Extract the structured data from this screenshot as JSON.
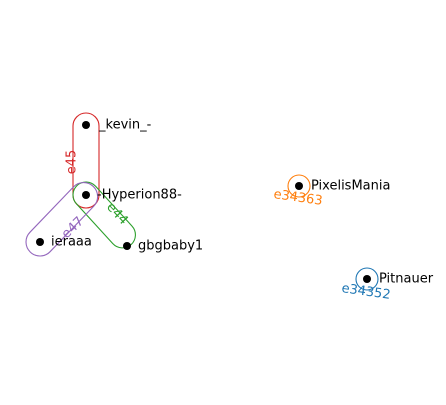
{
  "nodes": [
    {
      "id": "kevin",
      "label": "_kevin_-"
    },
    {
      "id": "hyperion",
      "label": "-Hyperion88-"
    },
    {
      "id": "ieraaa",
      "label": "ieraaa"
    },
    {
      "id": "gbgbaby",
      "label": "gbgbaby1"
    },
    {
      "id": "pixelis",
      "label": "PixelisMania"
    },
    {
      "id": "pitnauer",
      "label": "Pitnauer"
    }
  ],
  "edges": [
    {
      "id": "e45",
      "label": "e45",
      "color": "#d62728",
      "members": [
        "kevin",
        "hyperion"
      ]
    },
    {
      "id": "e44",
      "label": "e44",
      "color": "#2ca02c",
      "members": [
        "hyperion",
        "gbgbaby"
      ]
    },
    {
      "id": "e47",
      "label": "e47",
      "color": "#9467bd",
      "members": [
        "ieraaa",
        "hyperion"
      ]
    },
    {
      "id": "e34363",
      "label": "e34363",
      "color": "#ff7f0e",
      "members": [
        "pixelis"
      ]
    },
    {
      "id": "e34352",
      "label": "e34352",
      "color": "#1f77b4",
      "members": [
        "pitnauer"
      ]
    }
  ],
  "colors": {
    "node_fill": "#000000"
  }
}
